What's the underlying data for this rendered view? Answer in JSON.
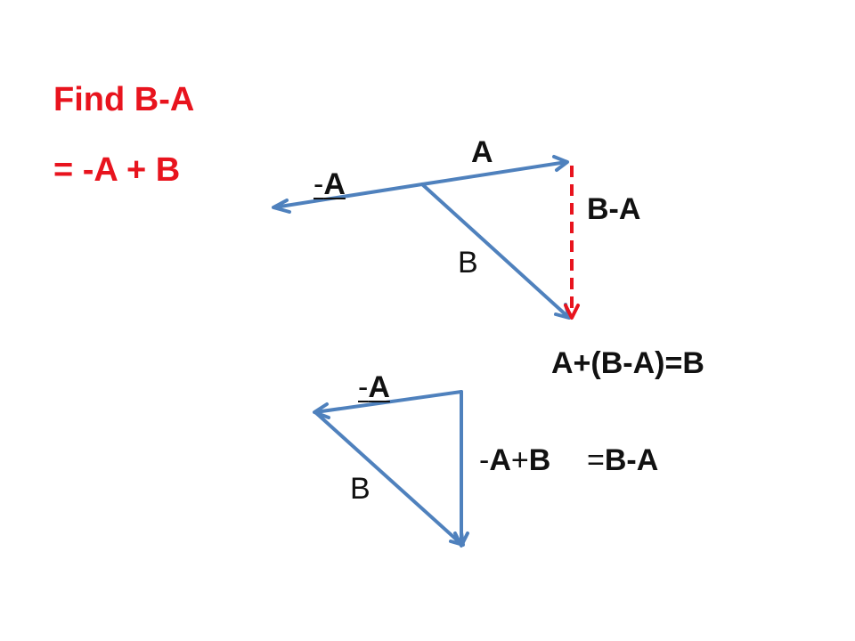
{
  "title": {
    "line1": "Find B-A",
    "line2": "= -A + B"
  },
  "top_diagram": {
    "label_A": "A",
    "label_negA_sign": "-",
    "label_negA_letter": "A",
    "label_BminusA": "B-A",
    "label_B": "B",
    "identity": "A+(B-A)=B"
  },
  "bottom_diagram": {
    "label_negA_sign": "-",
    "label_negA_letter": "A",
    "label_B": "B",
    "sum_sign": "-",
    "sum_A": "A",
    "sum_plus": "+",
    "sum_B": "B",
    "equals_sign": "=",
    "result": "B-A"
  },
  "colors": {
    "vector": "#4f81bd",
    "difference": "#e8141e",
    "title": "#e8141e",
    "text": "#111111"
  }
}
